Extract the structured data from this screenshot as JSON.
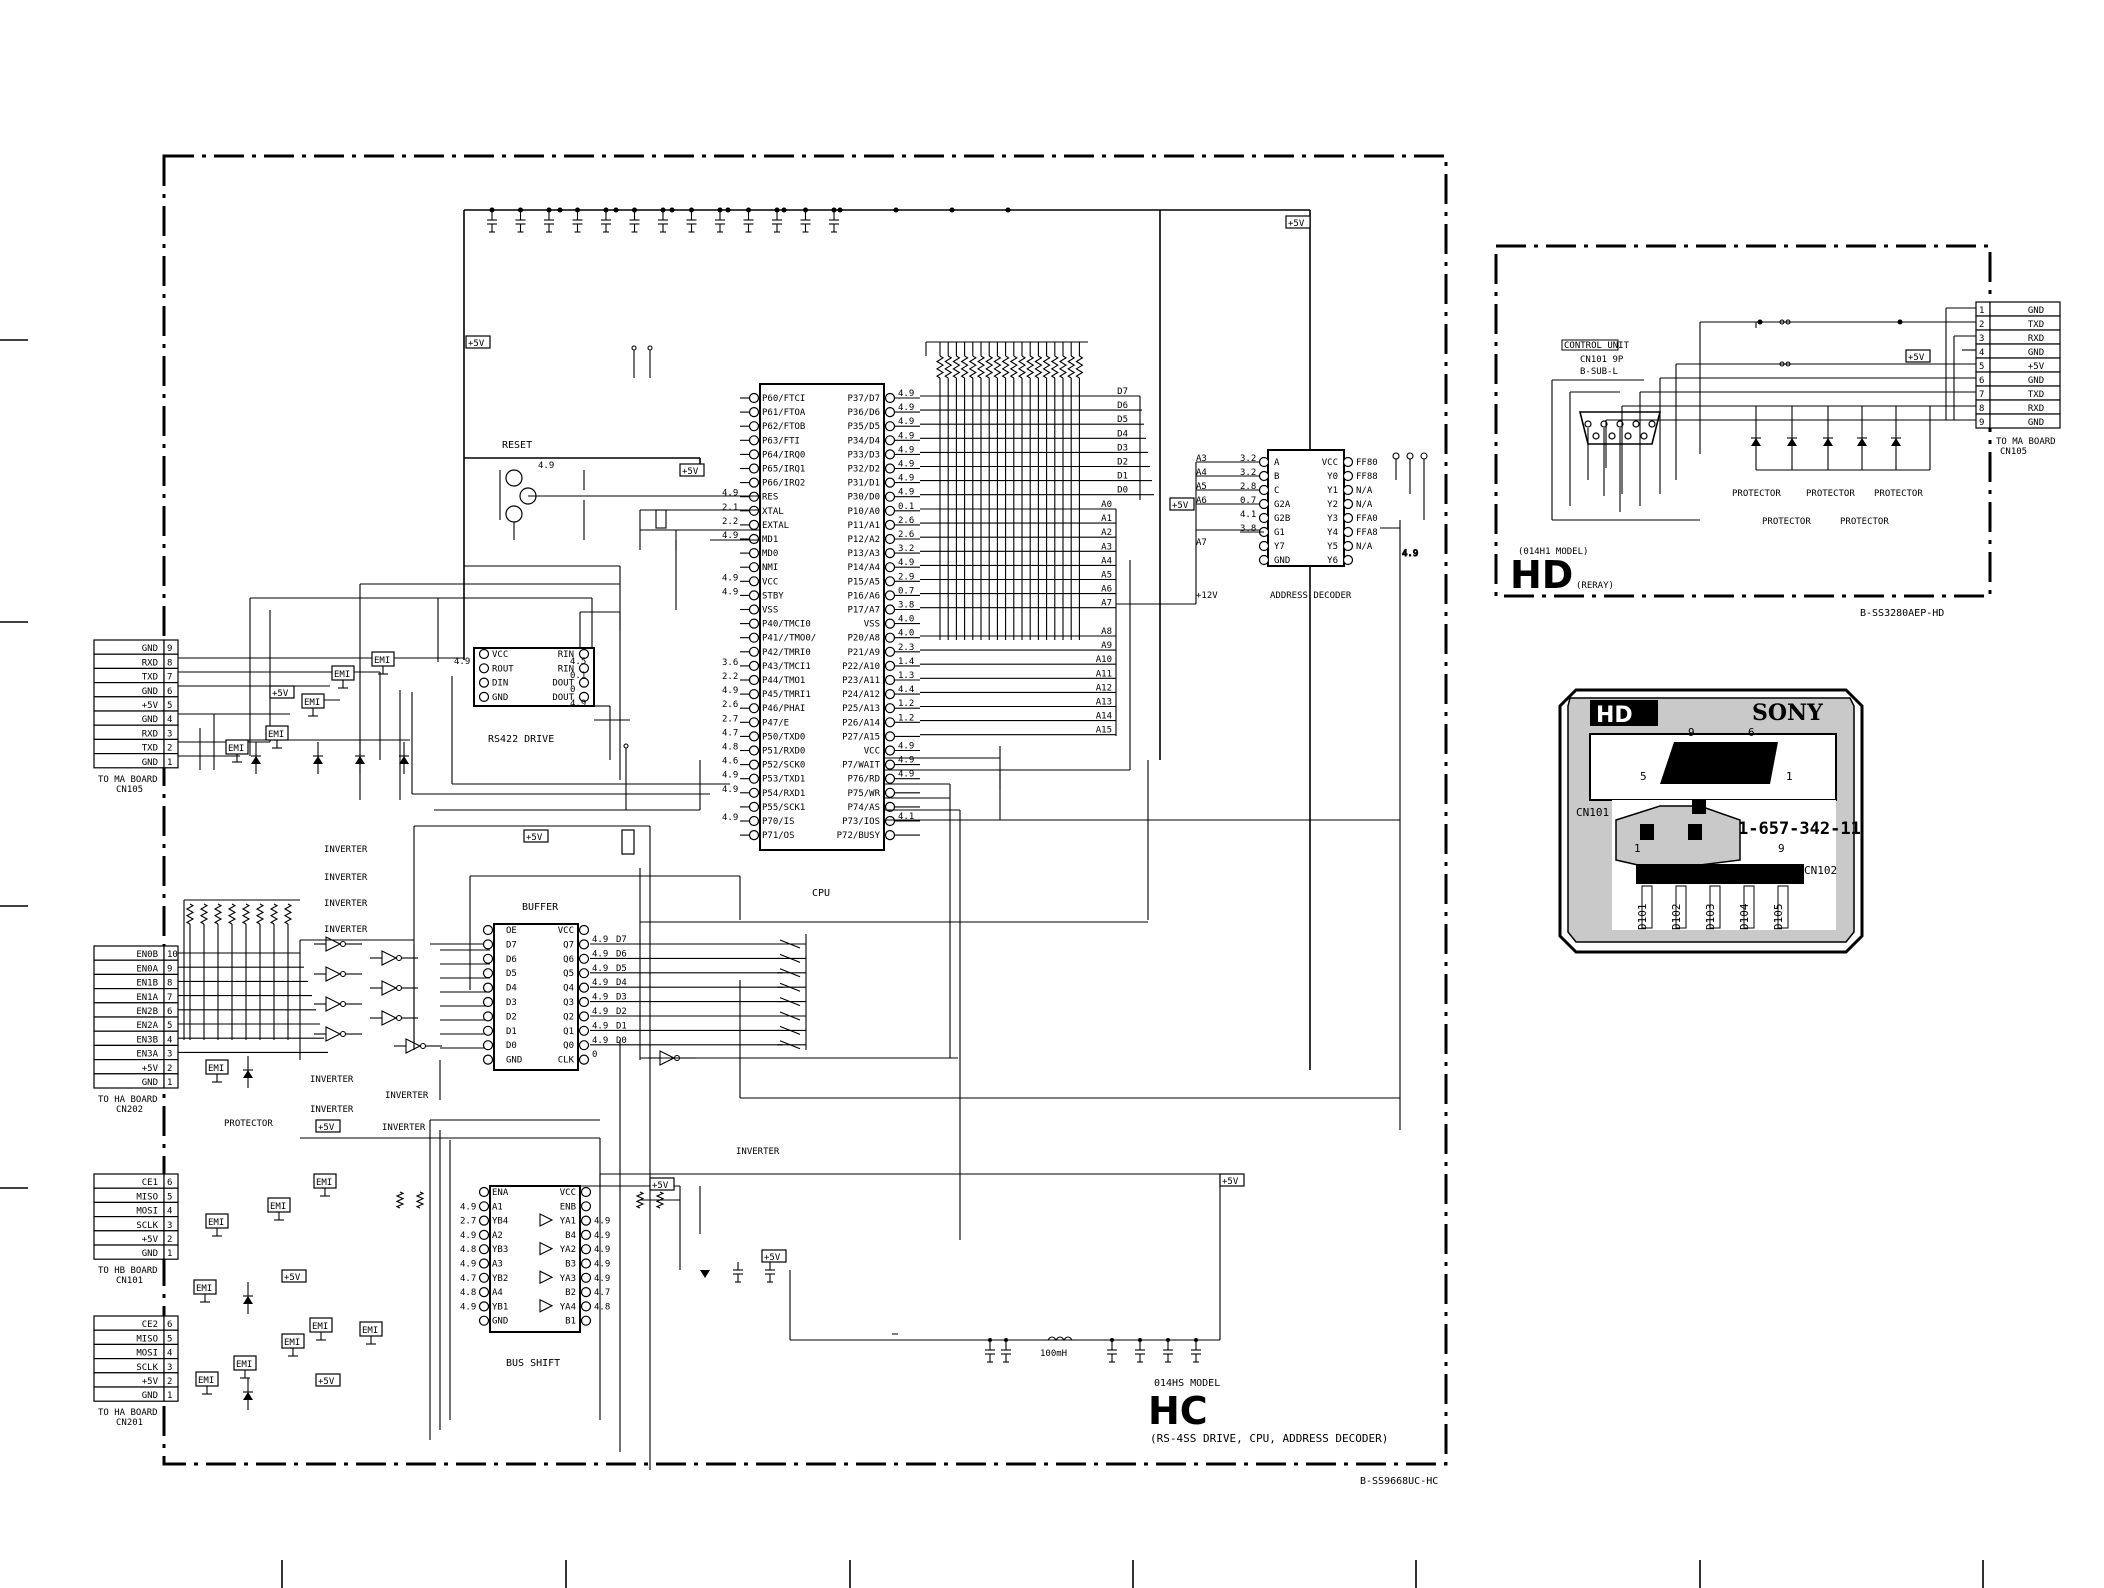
{
  "hc": {
    "model": "014HS MODEL",
    "code": "HC",
    "subtitle": "(RS-4SS DRIVE, CPU, ADDRESS DECODER)",
    "ref": "B-SS9668UC-HC",
    "cpu_label": "CPU",
    "reset_label": "RESET",
    "rs422_label": "RS422 DRIVE",
    "buffer_label": "BUFFER",
    "bus_shift_label": "BUS SHIFT",
    "addr_dec_label": "ADDRESS DECODER",
    "inverter_label": "INVERTER",
    "protector_label": "PROTECTOR",
    "emi_label": "EMI",
    "p5v": "+5V",
    "p12v": "+12V",
    "inductor": "100mH",
    "cpu_left_pins": [
      "P60/FTCI",
      "P61/FTOA",
      "P62/FTOB",
      "P63/FTI",
      "P64/IRQ0",
      "P65/IRQ1",
      "P66/IRQ2",
      "RES",
      "XTAL",
      "EXTAL",
      "MD1",
      "MD0",
      "NMI",
      "VCC",
      "STBY",
      "VSS",
      "P40/TMCI0",
      "P41//TMO0/",
      "P42/TMRI0",
      "P43/TMCI1",
      "P44/TMO1",
      "P45/TMRI1",
      "P46/PHAI",
      "P47/E",
      "P50/TXD0",
      "P51/RXD0",
      "P52/SCK0",
      "P53/TXD1",
      "P54/RXD1",
      "P55/SCK1",
      "P70/IS",
      "P71/OS"
    ],
    "cpu_left_vals": [
      "",
      "",
      "",
      "",
      "",
      "",
      "",
      "4.9",
      "2.1",
      "2.2",
      "4.9",
      "",
      "",
      "4.9",
      "4.9",
      "",
      "",
      "",
      "",
      "3.6",
      "2.2",
      "4.9",
      "2.6",
      "2.7",
      "4.7",
      "4.8",
      "4.6",
      "4.9",
      "4.9",
      "",
      "4.9",
      ""
    ],
    "cpu_right_pins": [
      "P37/D7",
      "P36/D6",
      "P35/D5",
      "P34/D4",
      "P33/D3",
      "P32/D2",
      "P31/D1",
      "P30/D0",
      "P10/A0",
      "P11/A1",
      "P12/A2",
      "P13/A3",
      "P14/A4",
      "P15/A5",
      "P16/A6",
      "P17/A7",
      "VSS",
      "P20/A8",
      "P21/A9",
      "P22/A10",
      "P23/A11",
      "P24/A12",
      "P25/A13",
      "P26/A14",
      "P27/A15",
      "VCC",
      "P7/WAIT",
      "P76/RD",
      "P75/WR",
      "P74/AS",
      "P73/IOS",
      "P72/BUSY"
    ],
    "cpu_right_vals": [
      "4.9",
      "4.9",
      "4.9",
      "4.9",
      "4.9",
      "4.9",
      "4.9",
      "4.9",
      "0.1",
      "2.6",
      "2.6",
      "3.2",
      "4.9",
      "2.9",
      "0.7",
      "3.8",
      "4.0",
      "4.0",
      "2.3",
      "1.4",
      "1.3",
      "4.4",
      "1.2",
      "1.2",
      "",
      "4.9",
      "4.9",
      "4.9",
      "",
      "",
      "4.1",
      ""
    ],
    "data_bus": [
      "D7",
      "D6",
      "D5",
      "D4",
      "D3",
      "D2",
      "D1",
      "D0"
    ],
    "addr_bus": [
      "A0",
      "A1",
      "A2",
      "A3",
      "A4",
      "A5",
      "A6",
      "A7",
      "A8",
      "A9",
      "A10",
      "A11",
      "A12",
      "A13",
      "A14",
      "A15"
    ],
    "rs422_left": [
      "VCC",
      "ROUT",
      "DIN",
      "GND"
    ],
    "rs422_right": [
      "RIN",
      "RIN",
      "DOUT",
      "DOUT"
    ],
    "rs422_vals": [
      "4.9",
      "4.5",
      "0.1",
      "0",
      "4.9"
    ],
    "buffer_left": [
      "OE",
      "D7",
      "D6",
      "D5",
      "D4",
      "D3",
      "D2",
      "D1",
      "D0",
      "GND"
    ],
    "buffer_right": [
      "VCC",
      "Q7",
      "Q6",
      "Q5",
      "Q4",
      "Q3",
      "Q2",
      "Q1",
      "Q0",
      "CLK"
    ],
    "buffer_vals": [
      "4.9",
      "4.9",
      "4.9",
      "4.9",
      "4.9",
      "4.9",
      "4.9",
      "4.9",
      "0"
    ],
    "shift_left": [
      "ENA",
      "A1",
      "YB4",
      "A2",
      "YB3",
      "A3",
      "YB2",
      "A4",
      "YB1",
      "GND"
    ],
    "shift_left_vals": [
      "",
      "4.9",
      "2.7",
      "4.9",
      "4.8",
      "4.9",
      "4.7",
      "4.8",
      "4.9",
      ""
    ],
    "shift_right": [
      "VCC",
      "ENB",
      "YA1",
      "B4",
      "YA2",
      "B3",
      "YA3",
      "B2",
      "YA4",
      "B1"
    ],
    "shift_right_vals": [
      "",
      "",
      "4.9",
      "4.9",
      "4.9",
      "4.9",
      "4.9",
      "4.7",
      "4.8",
      ""
    ],
    "dec_left": [
      "A",
      "B",
      "C",
      "G2A",
      "G2B",
      "G1",
      "Y7",
      "GND"
    ],
    "dec_left_sig": [
      "A3",
      "A4",
      "A5",
      "A6",
      "",
      "",
      "A7",
      ""
    ],
    "dec_left_vals": [
      "3.2",
      "3.2",
      "2.8",
      "0.7",
      "4.1",
      "3.8",
      "",
      ""
    ],
    "dec_right": [
      "VCC",
      "Y0",
      "Y1",
      "Y2",
      "Y3",
      "Y4",
      "Y5",
      "Y6"
    ],
    "dec_right_sig": [
      "FF80",
      "FF88",
      "N/A",
      "N/A",
      "FFA0",
      "FFA8",
      "N/A",
      ""
    ],
    "connectors": [
      {
        "title": "TO MA BOARD",
        "sub": "CN105",
        "rows": [
          [
            "GND",
            "9"
          ],
          [
            "RXD",
            "8"
          ],
          [
            "TXD",
            "7"
          ],
          [
            "GND",
            "6"
          ],
          [
            "+5V",
            "5"
          ],
          [
            "GND",
            "4"
          ],
          [
            "RXD",
            "3"
          ],
          [
            "TXD",
            "2"
          ],
          [
            "GND",
            "1"
          ]
        ]
      },
      {
        "title": "TO HA BOARD",
        "sub": "CN202",
        "rows": [
          [
            "EN0B",
            "10"
          ],
          [
            "EN0A",
            "9"
          ],
          [
            "EN1B",
            "8"
          ],
          [
            "EN1A",
            "7"
          ],
          [
            "EN2B",
            "6"
          ],
          [
            "EN2A",
            "5"
          ],
          [
            "EN3B",
            "4"
          ],
          [
            "EN3A",
            "3"
          ],
          [
            "+5V",
            "2"
          ],
          [
            "GND",
            "1"
          ]
        ]
      },
      {
        "title": "TO HB BOARD",
        "sub": "CN101",
        "rows": [
          [
            "CE1",
            "6"
          ],
          [
            "MISO",
            "5"
          ],
          [
            "MOSI",
            "4"
          ],
          [
            "SCLK",
            "3"
          ],
          [
            "+5V",
            "2"
          ],
          [
            "GND",
            "1"
          ]
        ]
      },
      {
        "title": "TO HA BOARD",
        "sub": "CN201",
        "rows": [
          [
            "CE2",
            "6"
          ],
          [
            "MISO",
            "5"
          ],
          [
            "MOSI",
            "4"
          ],
          [
            "SCLK",
            "3"
          ],
          [
            "+5V",
            "2"
          ],
          [
            "GND",
            "1"
          ]
        ]
      }
    ]
  },
  "hd": {
    "model": "(014H1 MODEL)",
    "code": "HD",
    "subtitle": "(RERAY)",
    "ref": "B-SS3280AEP-HD",
    "control_unit": "CONTROL UNIT",
    "cn101_label": "CN101 9P",
    "cn101_type": "B-SUB-L",
    "protector": "PROTECTOR",
    "p5v": "+5V",
    "connector_title": "TO MA BOARD",
    "connector_sub": "CN105",
    "rows": [
      [
        "1",
        "GND"
      ],
      [
        "2",
        "TXD"
      ],
      [
        "3",
        "RXD"
      ],
      [
        "4",
        "GND"
      ],
      [
        "5",
        "+5V"
      ],
      [
        "6",
        "GND"
      ],
      [
        "7",
        "TXD"
      ],
      [
        "8",
        "RXD"
      ],
      [
        "9",
        "GND"
      ]
    ]
  },
  "pcb": {
    "brand": "SONY",
    "board": "HD",
    "part_no": "1-657-342-11",
    "cn101": "CN101",
    "cn102": "CN102",
    "pin9": "9",
    "pin6": "6",
    "pin5": "5",
    "pin1": "1",
    "pin1b": "1",
    "pin9b": "9",
    "diodes": [
      "D101",
      "D102",
      "D103",
      "D104",
      "D105"
    ]
  }
}
